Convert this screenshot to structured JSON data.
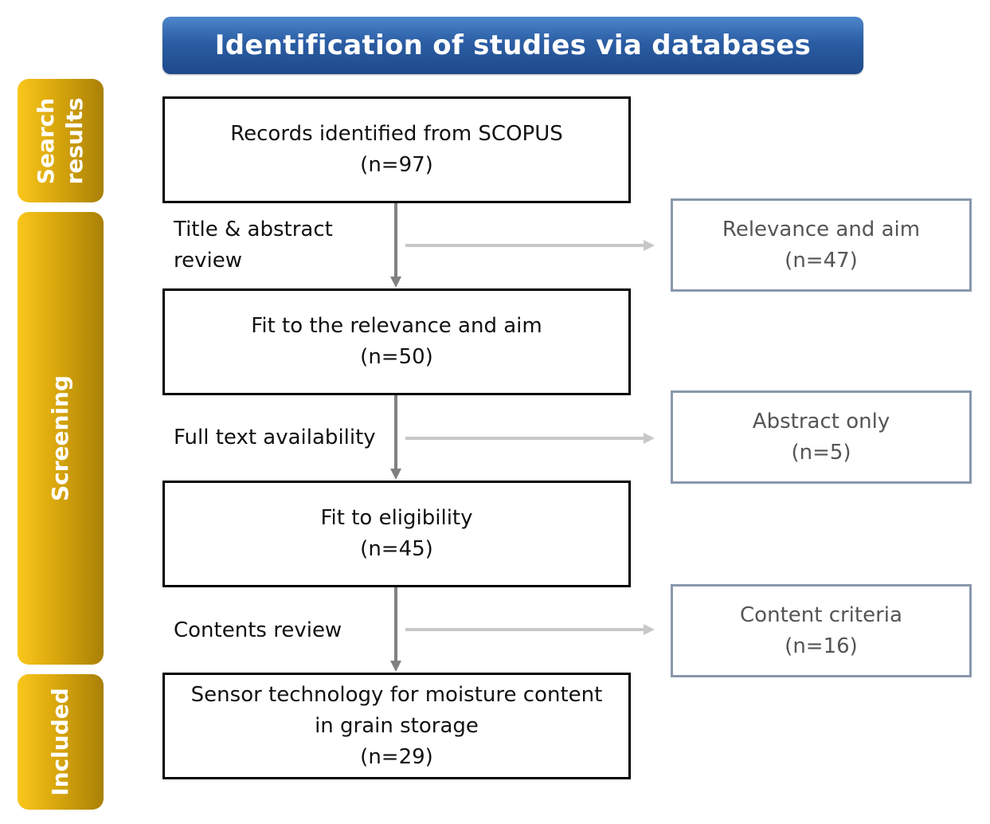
{
  "header": {
    "title": "Identification of studies via databases"
  },
  "stages": [
    {
      "id": "search",
      "lines": [
        "Search",
        "results"
      ]
    },
    {
      "id": "screening",
      "lines": [
        "Screening"
      ]
    },
    {
      "id": "included",
      "lines": [
        "Included"
      ]
    }
  ],
  "flow": {
    "records": {
      "line1": "Records identified from SCOPUS",
      "count": "(n=97)"
    },
    "relevance_fit": {
      "line1": "Fit to the relevance and aim",
      "count": "(n=50)"
    },
    "eligibility": {
      "line1": "Fit to eligibility",
      "count": "(n=45)"
    },
    "included": {
      "line1": "Sensor technology for moisture content",
      "line2": "in grain storage",
      "count": "(n=29)"
    }
  },
  "steps": {
    "title_abstract": {
      "line1": "Title & abstract",
      "line2": "review"
    },
    "full_text": {
      "line1": "Full text availability"
    },
    "contents": {
      "line1": "Contents review"
    }
  },
  "exclusions": {
    "relevance": {
      "line1": "Relevance and aim",
      "count": "(n=47)"
    },
    "abstract_only": {
      "line1": "Abstract only",
      "count": "(n=5)"
    },
    "content_criteria": {
      "line1": "Content criteria",
      "count": "(n=16)"
    }
  },
  "colors": {
    "header": "#2b5da3",
    "stage": "#d9a70d",
    "main_arrow": "#808080",
    "side_arrow": "#c8c8c8",
    "side_border": "#8997ad"
  }
}
